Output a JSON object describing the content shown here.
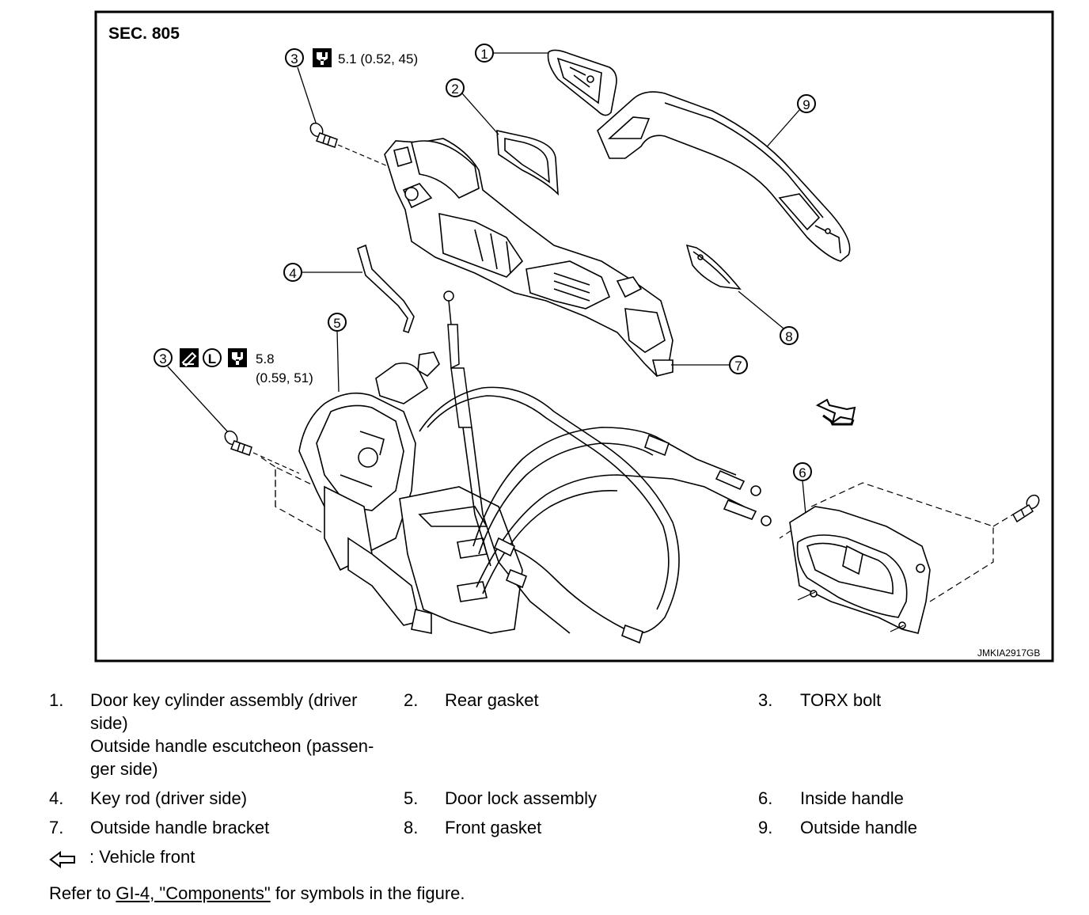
{
  "figure": {
    "section": "SEC. 805",
    "image_code": "JMKIA2917GB",
    "callouts": {
      "c1": "1",
      "c2": "2",
      "c3a": "3",
      "c3b": "3",
      "c4": "4",
      "c5": "5",
      "c6": "6",
      "c7": "7",
      "c8": "8",
      "c9": "9"
    },
    "torque_top": "5.1 (0.52, 45)",
    "torque_left_line1": "5.8",
    "torque_left_line2": "(0.59, 51)",
    "symbol_L": "L"
  },
  "legend": {
    "items": [
      {
        "num": "1.",
        "label_line1": "Door key cylinder assembly (driver",
        "label_line2": "side)",
        "label_line3": "Outside handle escutcheon (passen-",
        "label_line4": "ger side)"
      },
      {
        "num": "2.",
        "label": "Rear gasket"
      },
      {
        "num": "3.",
        "label": "TORX bolt"
      },
      {
        "num": "4.",
        "label": "Key rod (driver side)"
      },
      {
        "num": "5.",
        "label": "Door lock assembly"
      },
      {
        "num": "6.",
        "label": "Inside handle"
      },
      {
        "num": "7.",
        "label": "Outside handle bracket"
      },
      {
        "num": "8.",
        "label": "Front gasket"
      },
      {
        "num": "9.",
        "label": "Outside handle"
      }
    ],
    "vehicle_front": ": Vehicle front",
    "vehicle_front_icon": "arrow-left-outline-icon"
  },
  "refer": {
    "prefix": "Refer to ",
    "link_text": "GI-4, \"Components\"",
    "suffix": " for symbols in the figure."
  }
}
